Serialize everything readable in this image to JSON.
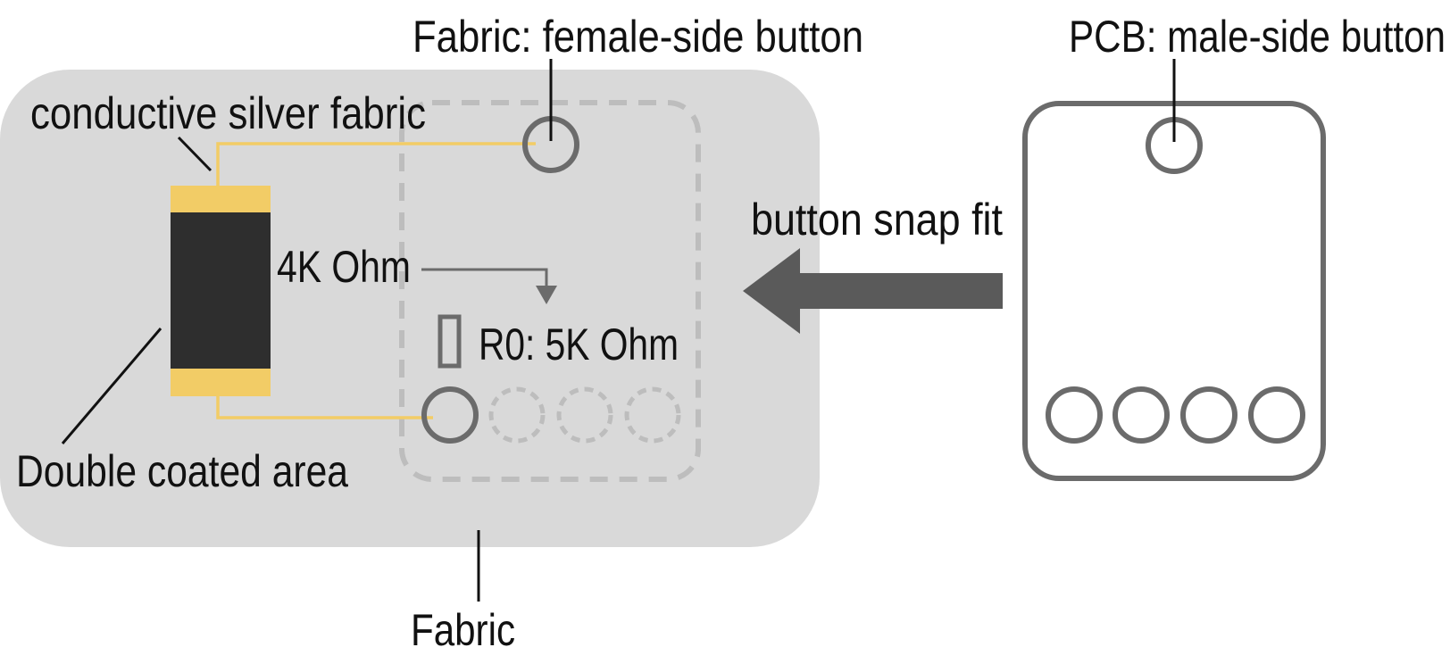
{
  "labels": {
    "fabric_female": "Fabric: female-side button",
    "pcb_male": "PCB: male-side button",
    "silver_fabric": "conductive silver fabric",
    "snap_fit": "button snap fit",
    "four_k": "4K Ohm",
    "r0": "R0: 5K Ohm",
    "double_coated": "Double coated area",
    "fabric": "Fabric"
  },
  "colors": {
    "fabric_bg": "#d9d9d9",
    "outline": "#6b6b6b",
    "dashed": "#bdbdbd",
    "yellow": "#f2cc66",
    "resistor_body": "#2e2e2e",
    "arrow": "#5a5a5a",
    "text": "#111111"
  },
  "icons": {
    "snap_arrow": "arrow-left-icon",
    "small_arrow": "arrow-down-icon"
  }
}
